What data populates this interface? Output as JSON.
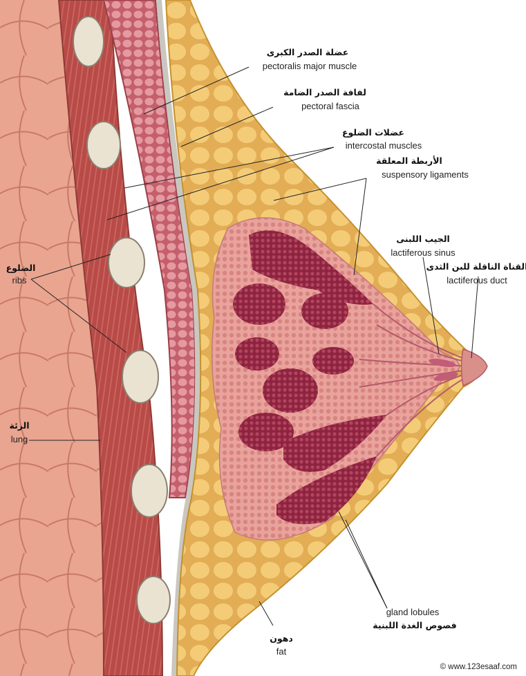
{
  "labels": {
    "pectoralis_major": {
      "ar": "عضلة الصدر الكبرى",
      "en": "pectoralis major muscle"
    },
    "pectoral_fascia": {
      "ar": "لفافة الصدر الضامة",
      "en": "pectoral fascia"
    },
    "intercostal": {
      "ar": "عضلات الضلوع",
      "en": "intercostal muscles"
    },
    "suspensory": {
      "ar": "الأربطة المعلقة",
      "en": "suspensory ligaments"
    },
    "sinus": {
      "ar": "الجيب اللبنى",
      "en": "lactiferous sinus"
    },
    "duct": {
      "ar": "القناة الناقلة للبن الثدى",
      "en": "lactiferous duct"
    },
    "ribs": {
      "ar": "الضلوع",
      "en": "ribs"
    },
    "lung": {
      "ar": "الرئة",
      "en": "lung"
    },
    "lobules": {
      "ar": "فصوص الغدة اللبنية",
      "en": "gland lobules"
    },
    "fat": {
      "ar": "دهون",
      "en": "fat"
    }
  },
  "credit": "© www.123esaaf.com",
  "colors": {
    "lung": "#e9a08e",
    "muscle": "#b9504d",
    "pectoralis": "#d4737c",
    "fascia": "#c9c7c0",
    "fat": "#f0c66a",
    "gland": "#e59a9a",
    "lobule": "#9d2f4a",
    "rib": "#e8e0cf"
  }
}
